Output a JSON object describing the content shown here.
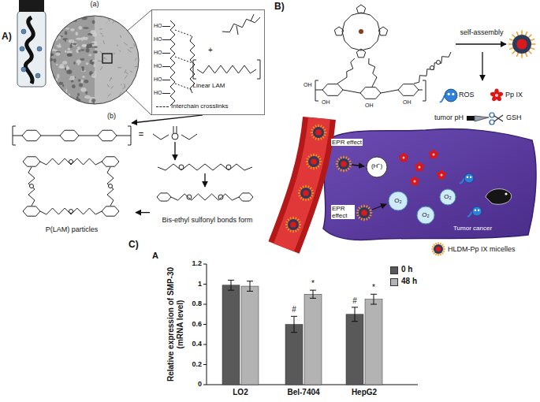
{
  "diagram": {
    "nodes": [
      {
        "text": [
          "(a)"
        ]
      },
      {
        "text": [
          "Linear LAM"
        ]
      },
      {
        "text": [
          "P(LAM) particles"
        ]
      },
      {
        "text": [
          "Bis-ethyl sulfonyl bonds form"
        ]
      }
    ],
    "edges": [
      {
        "from": 0,
        "to": 1,
        "arrow": "none"
      },
      {
        "from": 1,
        "to": 2,
        "arrow": "to"
      },
      {
        "from": 3,
        "to": 2,
        "arrow": "to"
      }
    ],
    "labels": [
      "A)",
      "HO",
      "HO",
      "HO",
      "HO",
      "HO",
      "HO",
      "+",
      "(b)",
      "=",
      "B)",
      "OH",
      "OH",
      "OH",
      "OH",
      "self-assembly",
      "ROS",
      "Pp IX",
      "tumor pH",
      "GSH",
      "EPR effect",
      "EPR effect",
      "(H⁺)",
      "O₂",
      "O₂",
      "O₂",
      "Tumor cancer",
      "HLDM-Pp IX micelles",
      "C)",
      "A",
      "Relative expression of SMP-30 (mRNA level)",
      "0",
      "0.2",
      "0.4",
      "0.6",
      "0.8",
      "1",
      "1.2",
      "LO2",
      "Bel-7404",
      "HepG2",
      "#",
      "*",
      "#",
      "*"
    ],
    "legend": [
      {
        "text": "Interchain crosslinks"
      },
      {
        "text": "0 h",
        "color": "#595959"
      },
      {
        "text": "48 h",
        "color": "#b3b3b3"
      }
    ]
  }
}
